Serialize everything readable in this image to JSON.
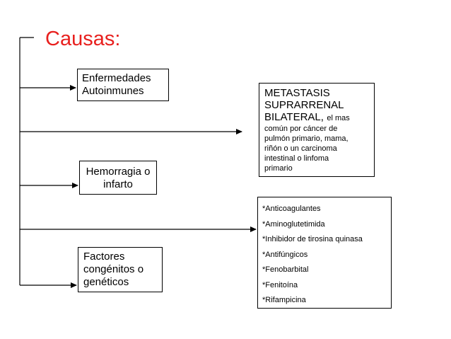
{
  "title": "Causas:",
  "colors": {
    "title": "#e8201e",
    "line": "#000000"
  },
  "boxes": {
    "autoimmune": {
      "line1": "Enfermedades",
      "line2": "Autoinmunes"
    },
    "hemorrhage": {
      "line1": "Hemorragia o",
      "line2": "infarto"
    },
    "congenital": {
      "line1": "Factores",
      "line2": "congénitos o",
      "line3": "genéticos"
    },
    "metastasis": {
      "heading1": "METASTASIS",
      "heading2": "SUPRARRENAL",
      "heading3": "BILATERAL,",
      "note_inline": "el mas",
      "note_lines": [
        "común por cáncer de",
        "pulmón primario, mama,",
        "riñón o un carcinoma",
        "intestinal o linfoma",
        "primario"
      ]
    },
    "drugs": {
      "items": [
        "*Anticoagulantes",
        "*Aminoglutetimida",
        "*Inhibidor de tirosina quinasa",
        "*Antifúngicos",
        "*Fenobarbital",
        "*Fenitoína",
        "*Rifampicina"
      ]
    }
  }
}
